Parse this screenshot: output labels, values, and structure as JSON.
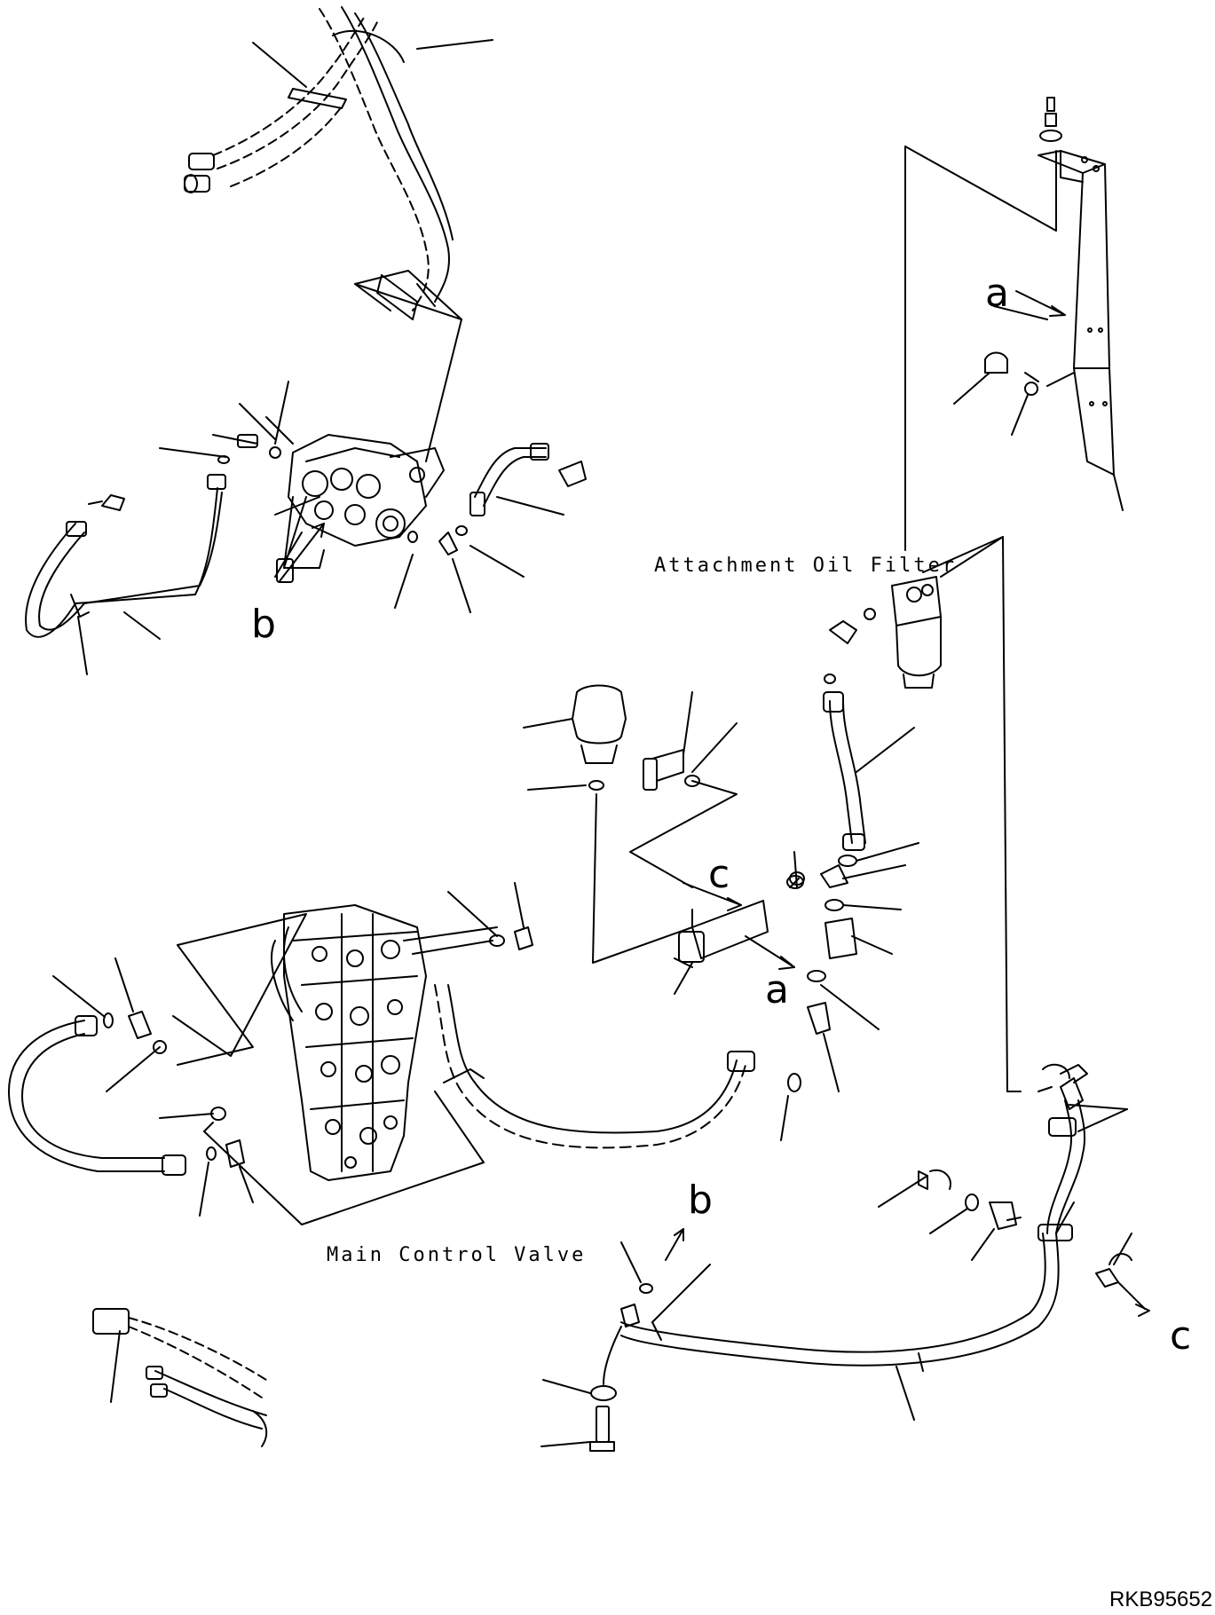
{
  "labels": {
    "attachment_oil_filter": "Attachment Oil Filter",
    "main_control_valve": "Main Control Valve",
    "drawing_code": "RKB95652"
  },
  "reference_letters": {
    "a_upper": "a",
    "a_lower": "a",
    "b_upper": "b",
    "b_lower": "b",
    "c_upper": "c",
    "c_lower": "c"
  },
  "colors": {
    "line": "#000000",
    "background": "#ffffff"
  }
}
